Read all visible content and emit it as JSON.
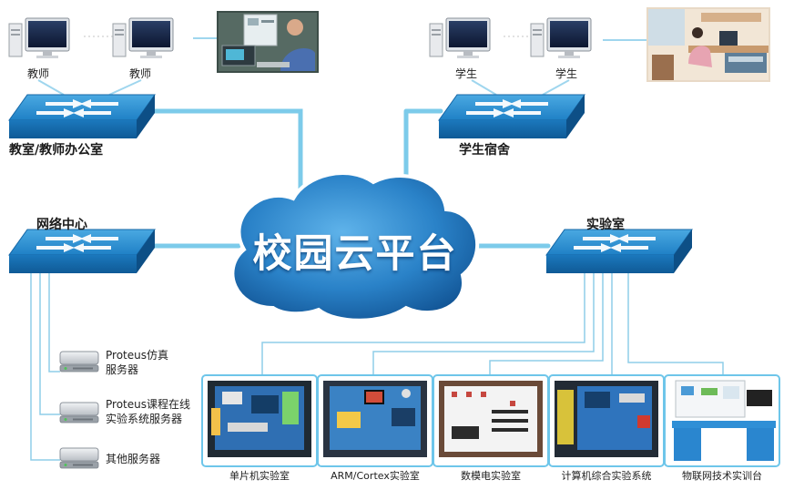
{
  "cloud": {
    "label": "校园云平台"
  },
  "nodes": {
    "classroom": {
      "label": "教室/教师办公室"
    },
    "dormitory": {
      "label": "学生宿舍"
    },
    "network_center": {
      "label": "网络中心"
    },
    "laboratory": {
      "label": "实验室"
    }
  },
  "computers": {
    "teacher_1": "教师",
    "teacher_2": "教师",
    "student_1": "学生",
    "student_2": "学生"
  },
  "servers": [
    {
      "label_line1": "Proteus仿真",
      "label_line2": "服务器"
    },
    {
      "label_line1": "Proteus课程在线",
      "label_line2": "实验系统服务器"
    },
    {
      "label_line1": "其他服务器",
      "label_line2": ""
    }
  ],
  "labs": [
    {
      "label": "单片机实验室"
    },
    {
      "label": "ARM/Cortex实验室"
    },
    {
      "label": "数模电实验室"
    },
    {
      "label": "计算机综合实验系统"
    },
    {
      "label": "物联网技术实训台"
    }
  ],
  "colors": {
    "link": "#7ccbea",
    "switch_top": "#2b8fd0",
    "switch_side": "#1568a8",
    "cloud": "#1f73b8"
  }
}
